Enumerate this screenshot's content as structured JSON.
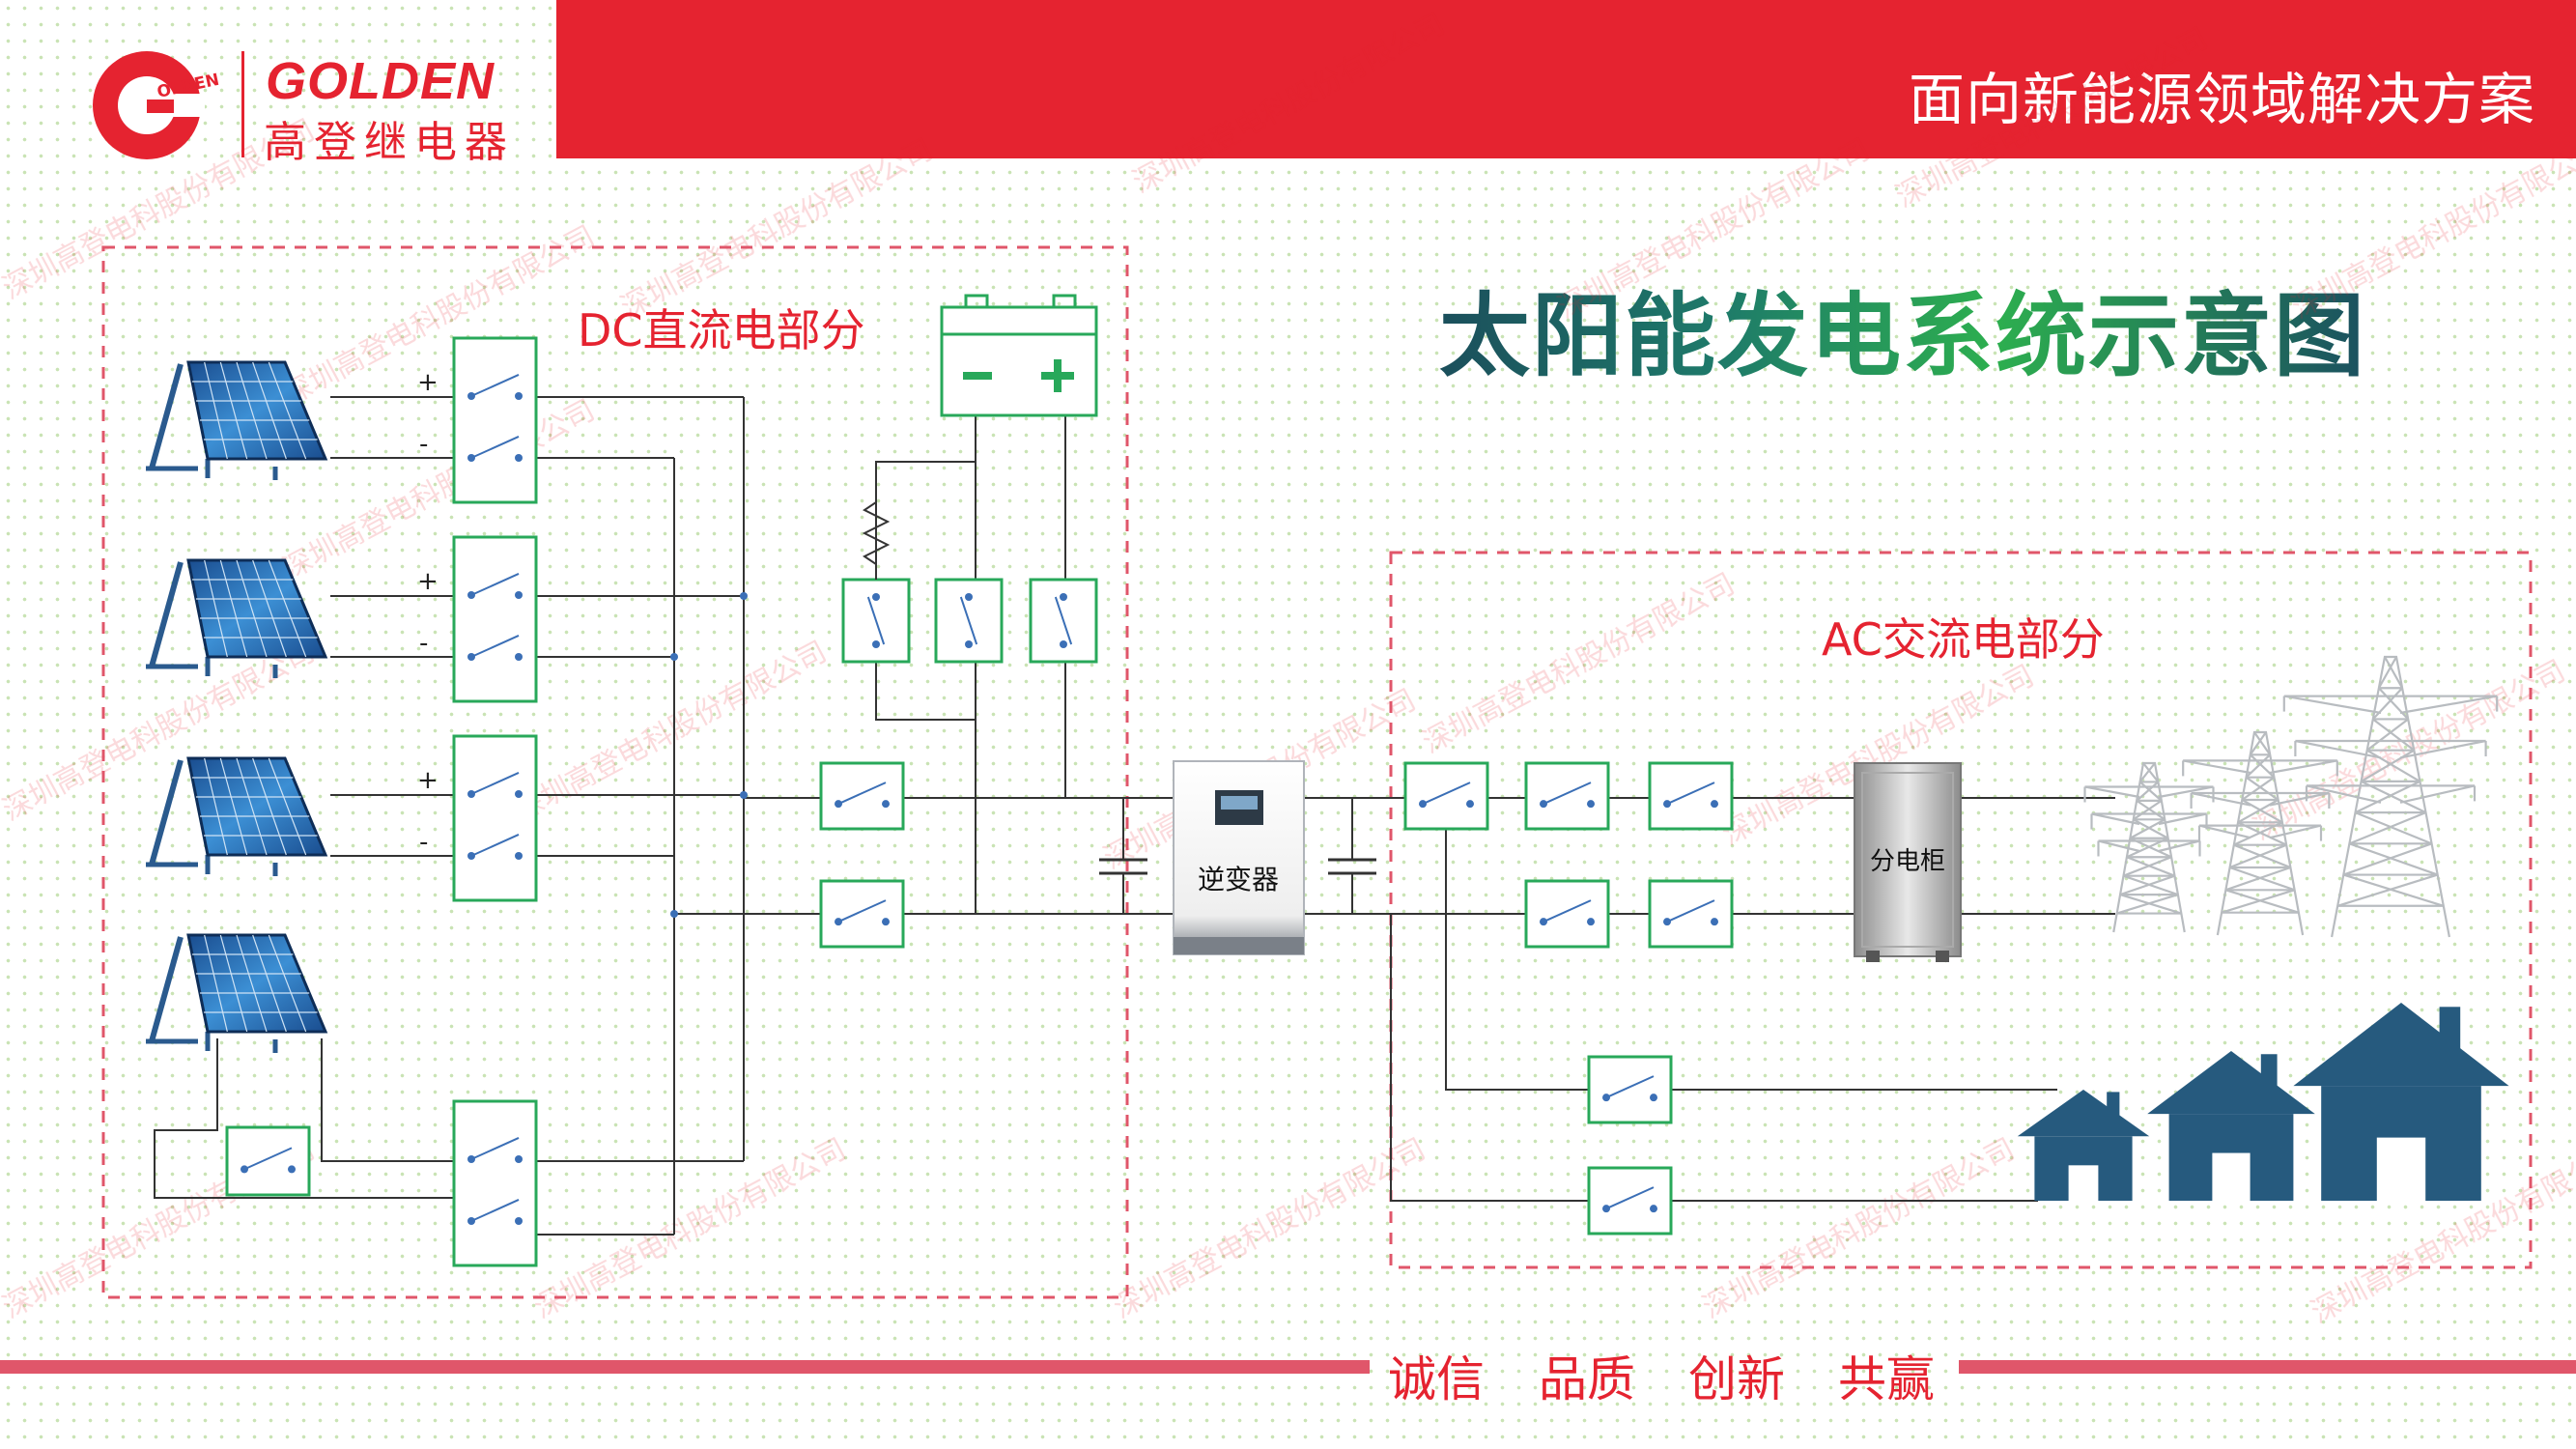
{
  "header": {
    "logo_en": "GOLDEN",
    "logo_cn": "高登继电器",
    "logo_badge": "OLDEN",
    "tagline": "面向新能源领域解决方案"
  },
  "diagram": {
    "title": "太阳能发电系统示意图",
    "dc_section_label": "DC直流电部分",
    "ac_section_label": "AC交流电部分",
    "inverter_label": "逆变器",
    "cabinet_label": "分电柜",
    "plus_sign": "+",
    "minus_sign": "-",
    "watermark_text": "深圳高登电科股份有限公司"
  },
  "footer": {
    "slogans": [
      "诚信",
      "品质",
      "创新",
      "共赢"
    ]
  },
  "colors": {
    "brand_red": "#e52330",
    "relay_green": "#28a85a",
    "house_blue": "#265a7e",
    "section_border": "#e0566a"
  },
  "icons": [
    "golden-logo-icon",
    "solar-panel-icon",
    "battery-icon",
    "resistor-icon",
    "relay-switch-icon",
    "capacitor-icon",
    "inverter-icon",
    "distribution-cabinet-icon",
    "power-tower-icon",
    "house-icon"
  ]
}
